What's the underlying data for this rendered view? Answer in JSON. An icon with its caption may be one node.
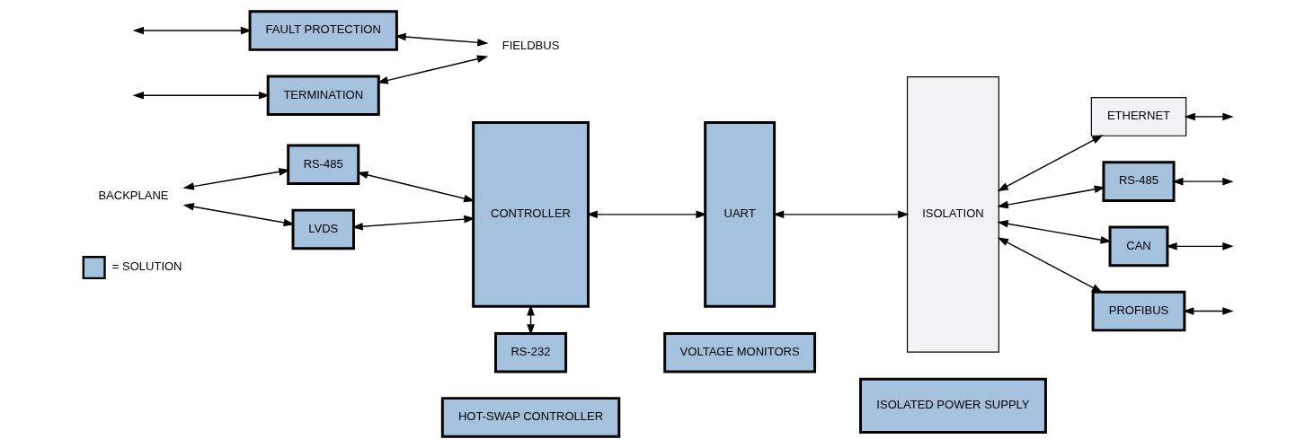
{
  "diagram": {
    "nodes": [
      {
        "text": [
          "HOT-SWAP CONTROLLER"
        ]
      },
      {
        "text": [
          "VOLTAGE MONITORS"
        ]
      },
      {
        "text": [
          "ISOLATED POWER SUPPLY"
        ]
      },
      {
        "text": [
          "RS-485"
        ]
      },
      {
        "text": [
          "LVDS"
        ]
      },
      {
        "text": [
          "CONTROLLER"
        ]
      },
      {
        "text": [
          "UART"
        ]
      },
      {
        "text": [
          "ISOLATION"
        ]
      },
      {
        "text": [
          "ETHERNET"
        ]
      },
      {
        "text": [
          "RS-485"
        ]
      },
      {
        "text": [
          "CAN"
        ]
      },
      {
        "text": [
          "PROFIBUS"
        ]
      },
      {
        "text": [
          "TERMINATION"
        ]
      },
      {
        "text": [
          "FAULT PROTECTION"
        ]
      },
      {
        "text": [
          "RS-232"
        ]
      },
      {
        "text": [
          "BACKPLANE"
        ]
      },
      {
        "text": [
          "FIELDBUS"
        ]
      }
    ],
    "edges": [
      {
        "from": 15,
        "to": 3,
        "arrow": "both"
      },
      {
        "from": 15,
        "to": 4,
        "arrow": "both"
      },
      {
        "from": 3,
        "to": 5,
        "arrow": "both"
      },
      {
        "from": 4,
        "to": 5,
        "arrow": "both"
      },
      {
        "from": 5,
        "to": 14,
        "arrow": "both"
      },
      {
        "from": 5,
        "to": 6,
        "arrow": "both"
      },
      {
        "from": 6,
        "to": 7,
        "arrow": "both"
      },
      {
        "from": 7,
        "to": 8,
        "arrow": "both"
      },
      {
        "from": 7,
        "to": 9,
        "arrow": "both"
      },
      {
        "from": 7,
        "to": 10,
        "arrow": "both"
      },
      {
        "from": 7,
        "to": 11,
        "arrow": "both"
      },
      {
        "from": 8,
        "to": null,
        "arrow": "both"
      },
      {
        "from": 9,
        "to": null,
        "arrow": "both"
      },
      {
        "from": 10,
        "to": null,
        "arrow": "both"
      },
      {
        "from": 11,
        "to": null,
        "arrow": "both"
      },
      {
        "from": null,
        "to": 12,
        "arrow": "both"
      },
      {
        "from": null,
        "to": 13,
        "arrow": "both"
      },
      {
        "from": 12,
        "to": 16,
        "arrow": "both"
      },
      {
        "from": 13,
        "to": 16,
        "arrow": "both"
      }
    ],
    "legend": [
      {
        "text": "= SOLUTION",
        "color": "#a4c2de"
      }
    ]
  }
}
